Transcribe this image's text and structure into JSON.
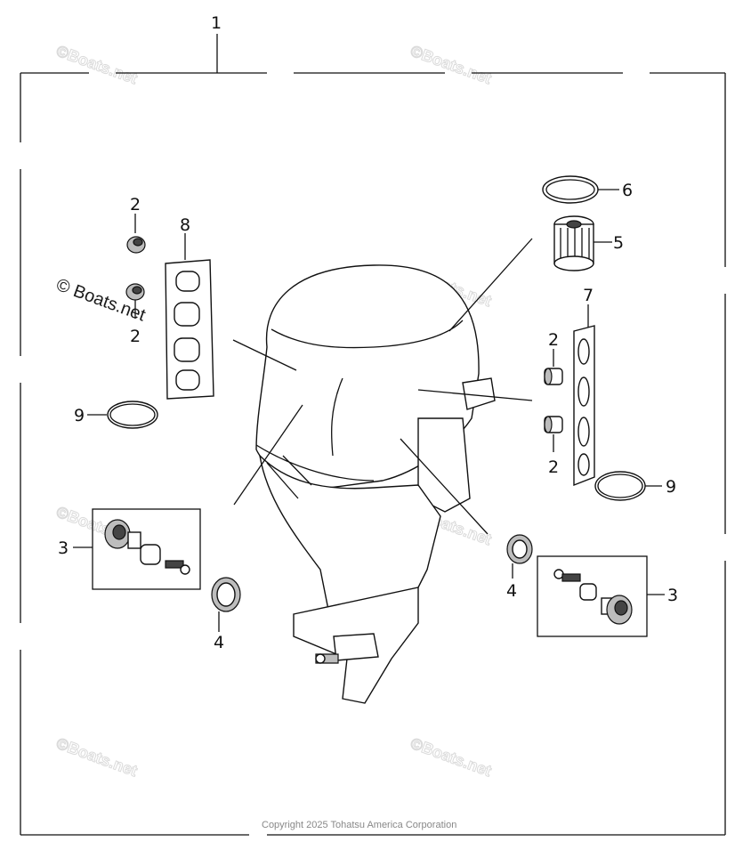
{
  "diagram": {
    "callouts": {
      "c1": "1",
      "c2_top": "2",
      "c2_mid": "2",
      "c2_right_top": "2",
      "c2_right_bot": "2",
      "c3_left": "3",
      "c3_right": "3",
      "c4_left": "4",
      "c4_right": "4",
      "c5": "5",
      "c6": "6",
      "c7": "7",
      "c8": "8",
      "c9_left": "9",
      "c9_right": "9"
    },
    "watermark": "©Boats.net",
    "watermark_main": "© Boats.net",
    "copyright": "Copyright 2025 Tohatsu America Corporation"
  }
}
